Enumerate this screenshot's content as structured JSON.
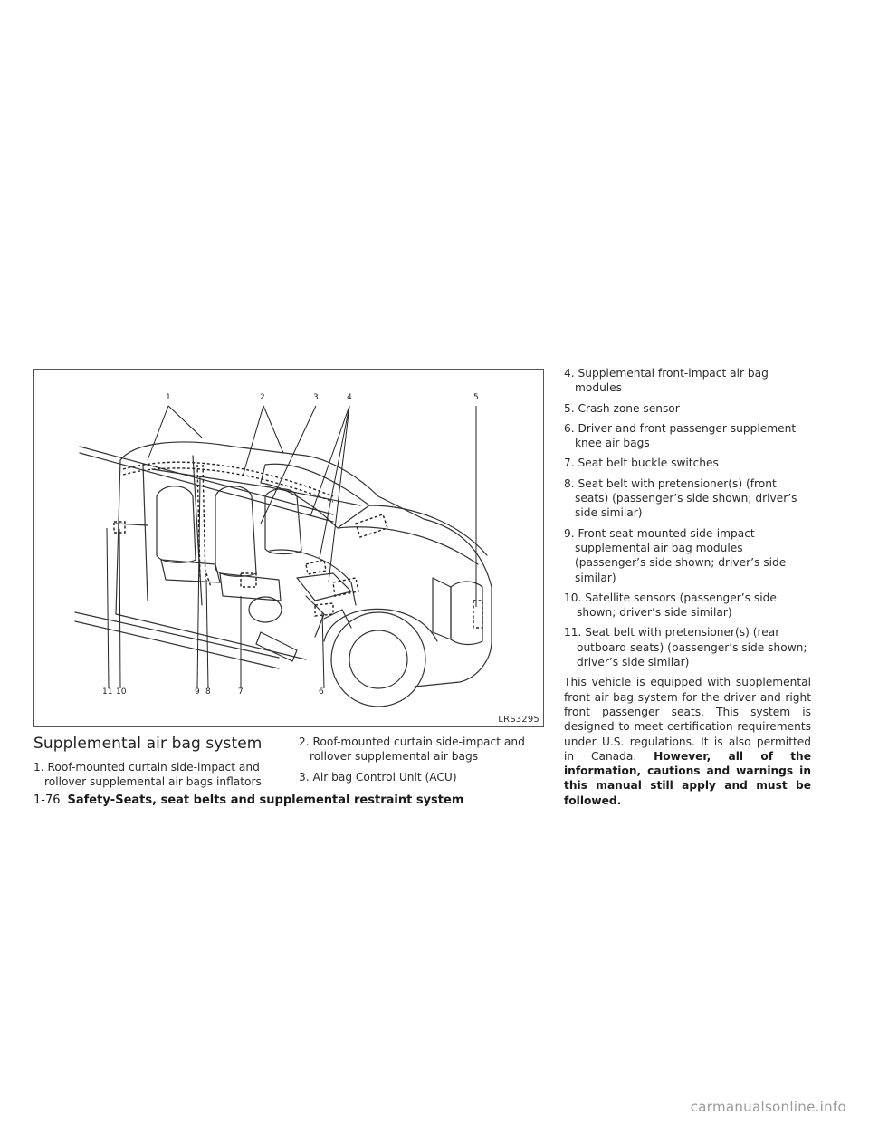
{
  "figure": {
    "code": "LRS3295",
    "callouts": {
      "c1": "1",
      "c2": "2",
      "c3": "3",
      "c4": "4",
      "c5": "5",
      "c6": "6",
      "c7": "7",
      "c8": "8",
      "c9": "9",
      "c10": "10",
      "c11": "11"
    }
  },
  "section": {
    "title": "Supplemental air bag system"
  },
  "items": [
    "1. Roof-mounted curtain side-impact and rollover supplemental air bags inflators",
    "2. Roof-mounted curtain side-impact and rollover supplemental air bags",
    "3. Air bag Control Unit (ACU)",
    "4. Supplemental front-impact air bag modules",
    "5. Crash zone sensor",
    "6. Driver and front passenger supplement knee air bags",
    "7. Seat belt buckle switches",
    "8. Seat belt with pretensioner(s) (front seats) (passenger’s side shown; driver’s side similar)",
    "9. Front seat-mounted side-impact supplemental air bag modules (passenger’s side shown; driver’s side similar)",
    "10. Satellite sensors (passenger’s side shown; driver’s side similar)",
    "11. Seat belt with pretensioner(s) (rear outboard seats) (passenger’s side shown; driver’s side similar)"
  ],
  "paragraph": {
    "text": "This vehicle is equipped with supplemental front air bag system for the driver and right front passenger seats. This system is designed to meet certification requirements under U.S. regulations. It is also permitted in Canada.",
    "bold": "However, all of the information, cautions and warnings in this manual still apply and must be followed."
  },
  "footer": {
    "page": "1-76",
    "section": "Safety-Seats, seat belts and supplemental restraint system"
  },
  "watermark": "carmanualsonline.info"
}
